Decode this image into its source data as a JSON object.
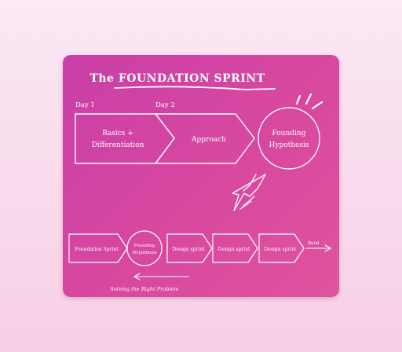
{
  "title": "The FOUNDATION SPRINT",
  "day1": "Day 1",
  "day2": "Day 2",
  "top_flow": {
    "step1_line1": "Basics +",
    "step1_line2": "Differentiation",
    "step2": "Approach",
    "step3_line1": "Founding",
    "step3_line2": "Hypothesis"
  },
  "bottom_flow": {
    "foundation": "Foundation Sprint",
    "founding_line1": "Founding",
    "founding_line2": "Hypothesis",
    "design1": "Design sprint",
    "design2": "Design sprint",
    "design3": "Design sprint",
    "build": "Build"
  },
  "caption": "Solving the Right Problem",
  "colors": {
    "card": "#d8489f",
    "ink": "#ffffff"
  }
}
